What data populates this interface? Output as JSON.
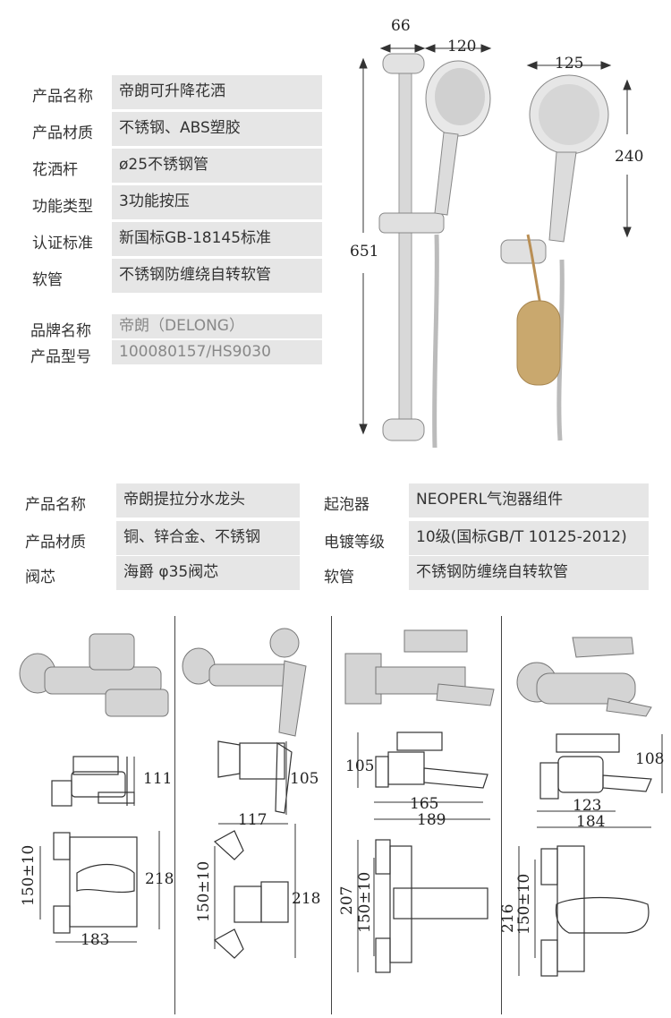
{
  "shower_specs": [
    {
      "label": "产品名称",
      "value": "帝朗可升降花洒"
    },
    {
      "label": "产品材质",
      "value": "不锈钢、ABS塑胶"
    },
    {
      "label": "花洒杆",
      "value": "ø25不锈钢管"
    },
    {
      "label": "功能类型",
      "value": "3功能按压"
    },
    {
      "label": "认证标准",
      "value": "新国标GB-18145标准"
    },
    {
      "label": "软管",
      "value": "不锈钢防缠绕自转软管"
    }
  ],
  "brand_info": [
    {
      "label": "品牌名称",
      "value": "帝朗（DELONG）"
    },
    {
      "label": "产品型号",
      "value": "100080157/HS9030"
    }
  ],
  "shower_dims": {
    "rail_width": "66",
    "head_width": "120",
    "head2_width": "125",
    "rail_height": "651",
    "head_height": "240"
  },
  "faucet_specs_left": [
    {
      "label": "产品名称",
      "value": "帝朗提拉分水龙头"
    },
    {
      "label": "产品材质",
      "value": "铜、锌合金、不锈钢"
    },
    {
      "label": "阀芯",
      "value": "海爵 φ35阀芯"
    }
  ],
  "faucet_specs_right": [
    {
      "label": "起泡器",
      "value": "NEOPERL气泡器组件"
    },
    {
      "label": "电镀等级",
      "value": "10级(国标GB/T 10125-2012)"
    },
    {
      "label": "软管",
      "value": "不锈钢防缠绕自转软管"
    }
  ],
  "faucet_dims": {
    "f1": {
      "side_h": "111",
      "front_w": "183",
      "front_h": "218",
      "front_pitch": "150±10"
    },
    "f2": {
      "side_h": "105",
      "front_w": "117",
      "front_h": "218",
      "front_pitch": "150±10"
    },
    "f3": {
      "side_h": "105",
      "side_w1": "165",
      "side_w2": "189",
      "front_h": "207",
      "front_pitch": "150±10"
    },
    "f4": {
      "side_h": "108",
      "side_w1": "123",
      "side_w2": "184",
      "front_h": "216",
      "front_pitch": "150±10"
    }
  },
  "colors": {
    "cell_bg": "#e6e6e6",
    "chrome": "#c8c8c8",
    "line": "#333333"
  }
}
